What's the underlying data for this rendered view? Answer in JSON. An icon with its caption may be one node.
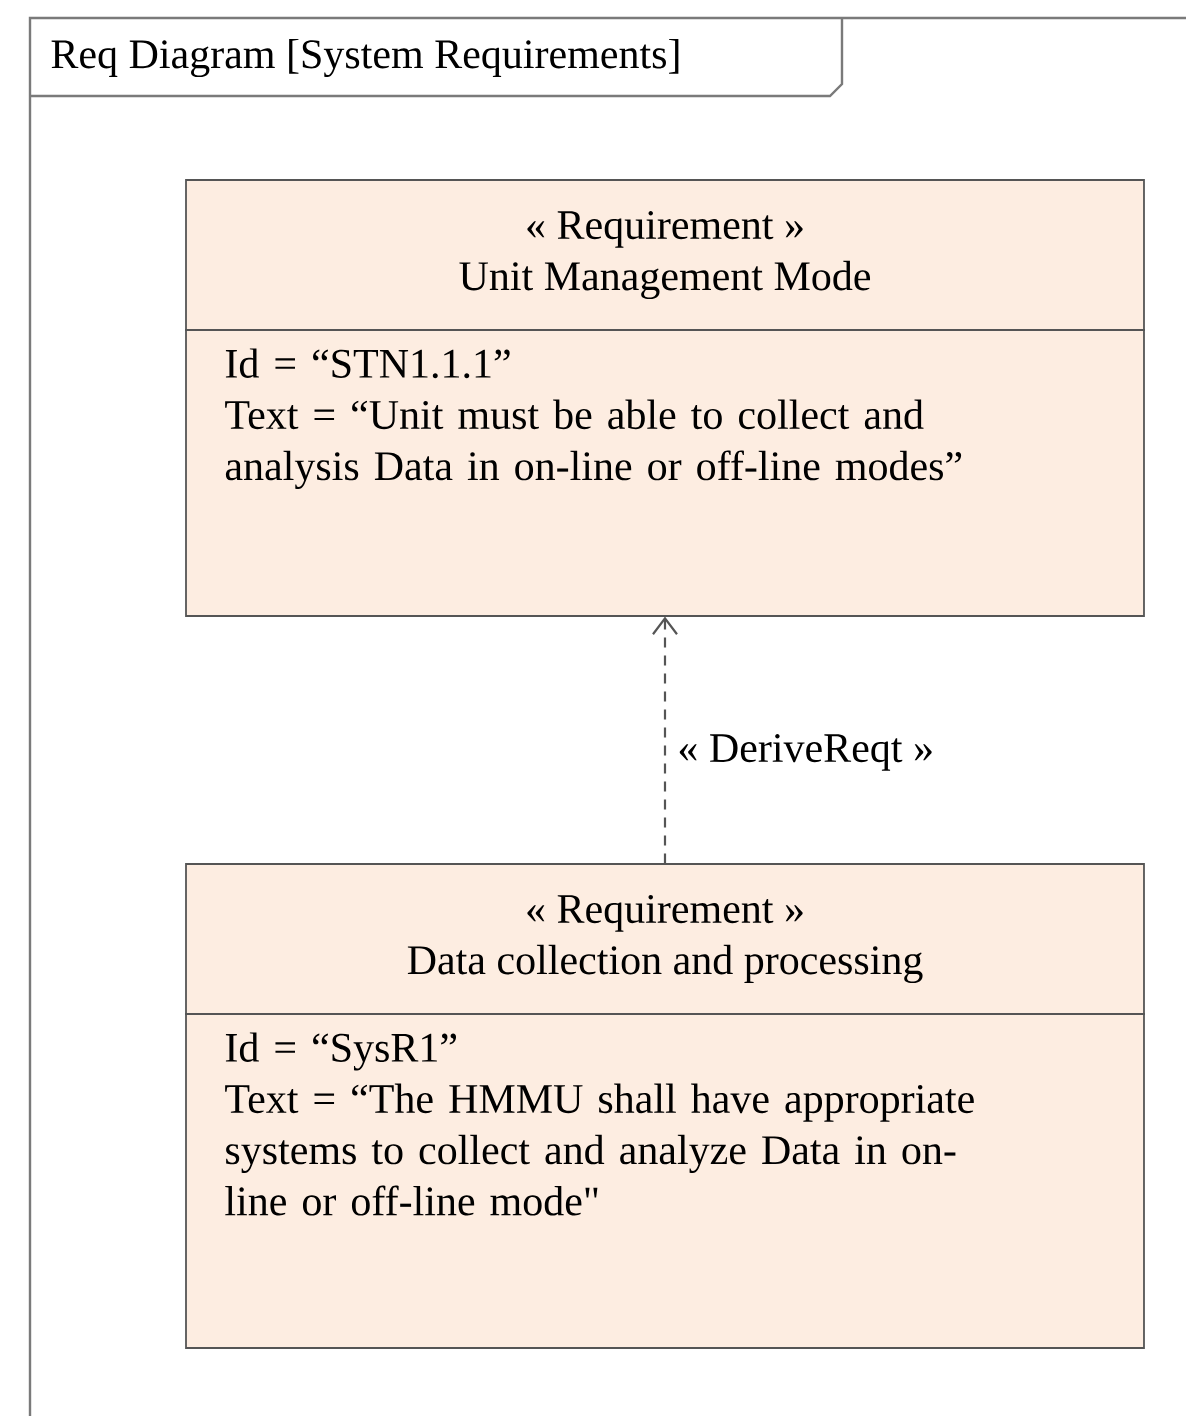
{
  "diagram": {
    "nodes": [
      {
        "text": [
          "Req Diagram [System Requirements]"
        ]
      },
      {
        "text": [
          "« Requirement »",
          "Unit Management Mode",
          "Id = “STN1.1.1”",
          "Text = “Unit must be able to collect and analysis Data in on-line or off-line modes”"
        ],
        "in": 0
      },
      {
        "text": [
          "« Requirement »",
          "Data collection and processing",
          "Id = “SysR1”",
          "Text = “The HMMU shall have appropriate systems to collect and analyze Data in on-line or off-line mode\""
        ],
        "in": 0
      }
    ],
    "edges": [
      {
        "from": 2,
        "to": 1,
        "arrow": "to",
        "style": "dashed",
        "label": "« DeriveReqt »"
      }
    ]
  }
}
